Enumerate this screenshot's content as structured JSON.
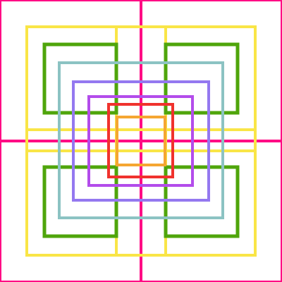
{
  "canvas": {
    "background": "#FFFFFF"
  },
  "palette": {
    "magenta": "#FF0A84",
    "yellow": "#F9E547",
    "green": "#4FA50B",
    "teal": "#8CC3C3",
    "lavender": "#9478F0",
    "violet": "#B34CEB",
    "red": "#F0322D",
    "orange": "#F5A632"
  },
  "figure": {
    "kind": "nested-squares-pattern",
    "layers": [
      "frame-border",
      "center-crosshair",
      "yellow-outer-square",
      "yellow-center-bands",
      "green-corner-squares",
      "teal-square",
      "lavender-square",
      "violet-square",
      "red-square",
      "orange-square"
    ]
  }
}
